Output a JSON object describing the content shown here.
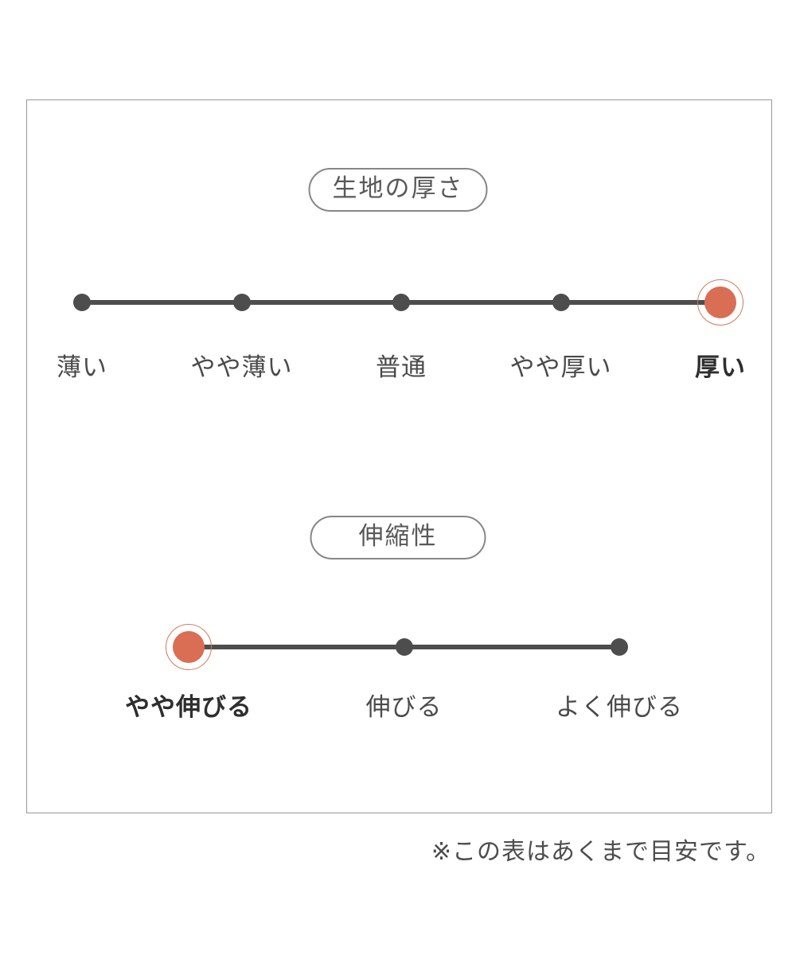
{
  "note": "※この表はあくまで目安です。",
  "colors": {
    "accent": "#d96e55",
    "line": "#4d4d4d",
    "frame_border": "#999999",
    "label_text": "#4a4a4a"
  },
  "chart_data": [
    {
      "type": "rating-scale",
      "title": "生地の厚さ",
      "categories": [
        "薄い",
        "やや薄い",
        "普通",
        "やや厚い",
        "厚い"
      ],
      "selected_index": 4,
      "selected_label": "厚い",
      "num_levels": 5
    },
    {
      "type": "rating-scale",
      "title": "伸縮性",
      "categories": [
        "やや伸びる",
        "伸びる",
        "よく伸びる"
      ],
      "selected_index": 0,
      "selected_label": "やや伸びる",
      "num_levels": 3
    }
  ]
}
